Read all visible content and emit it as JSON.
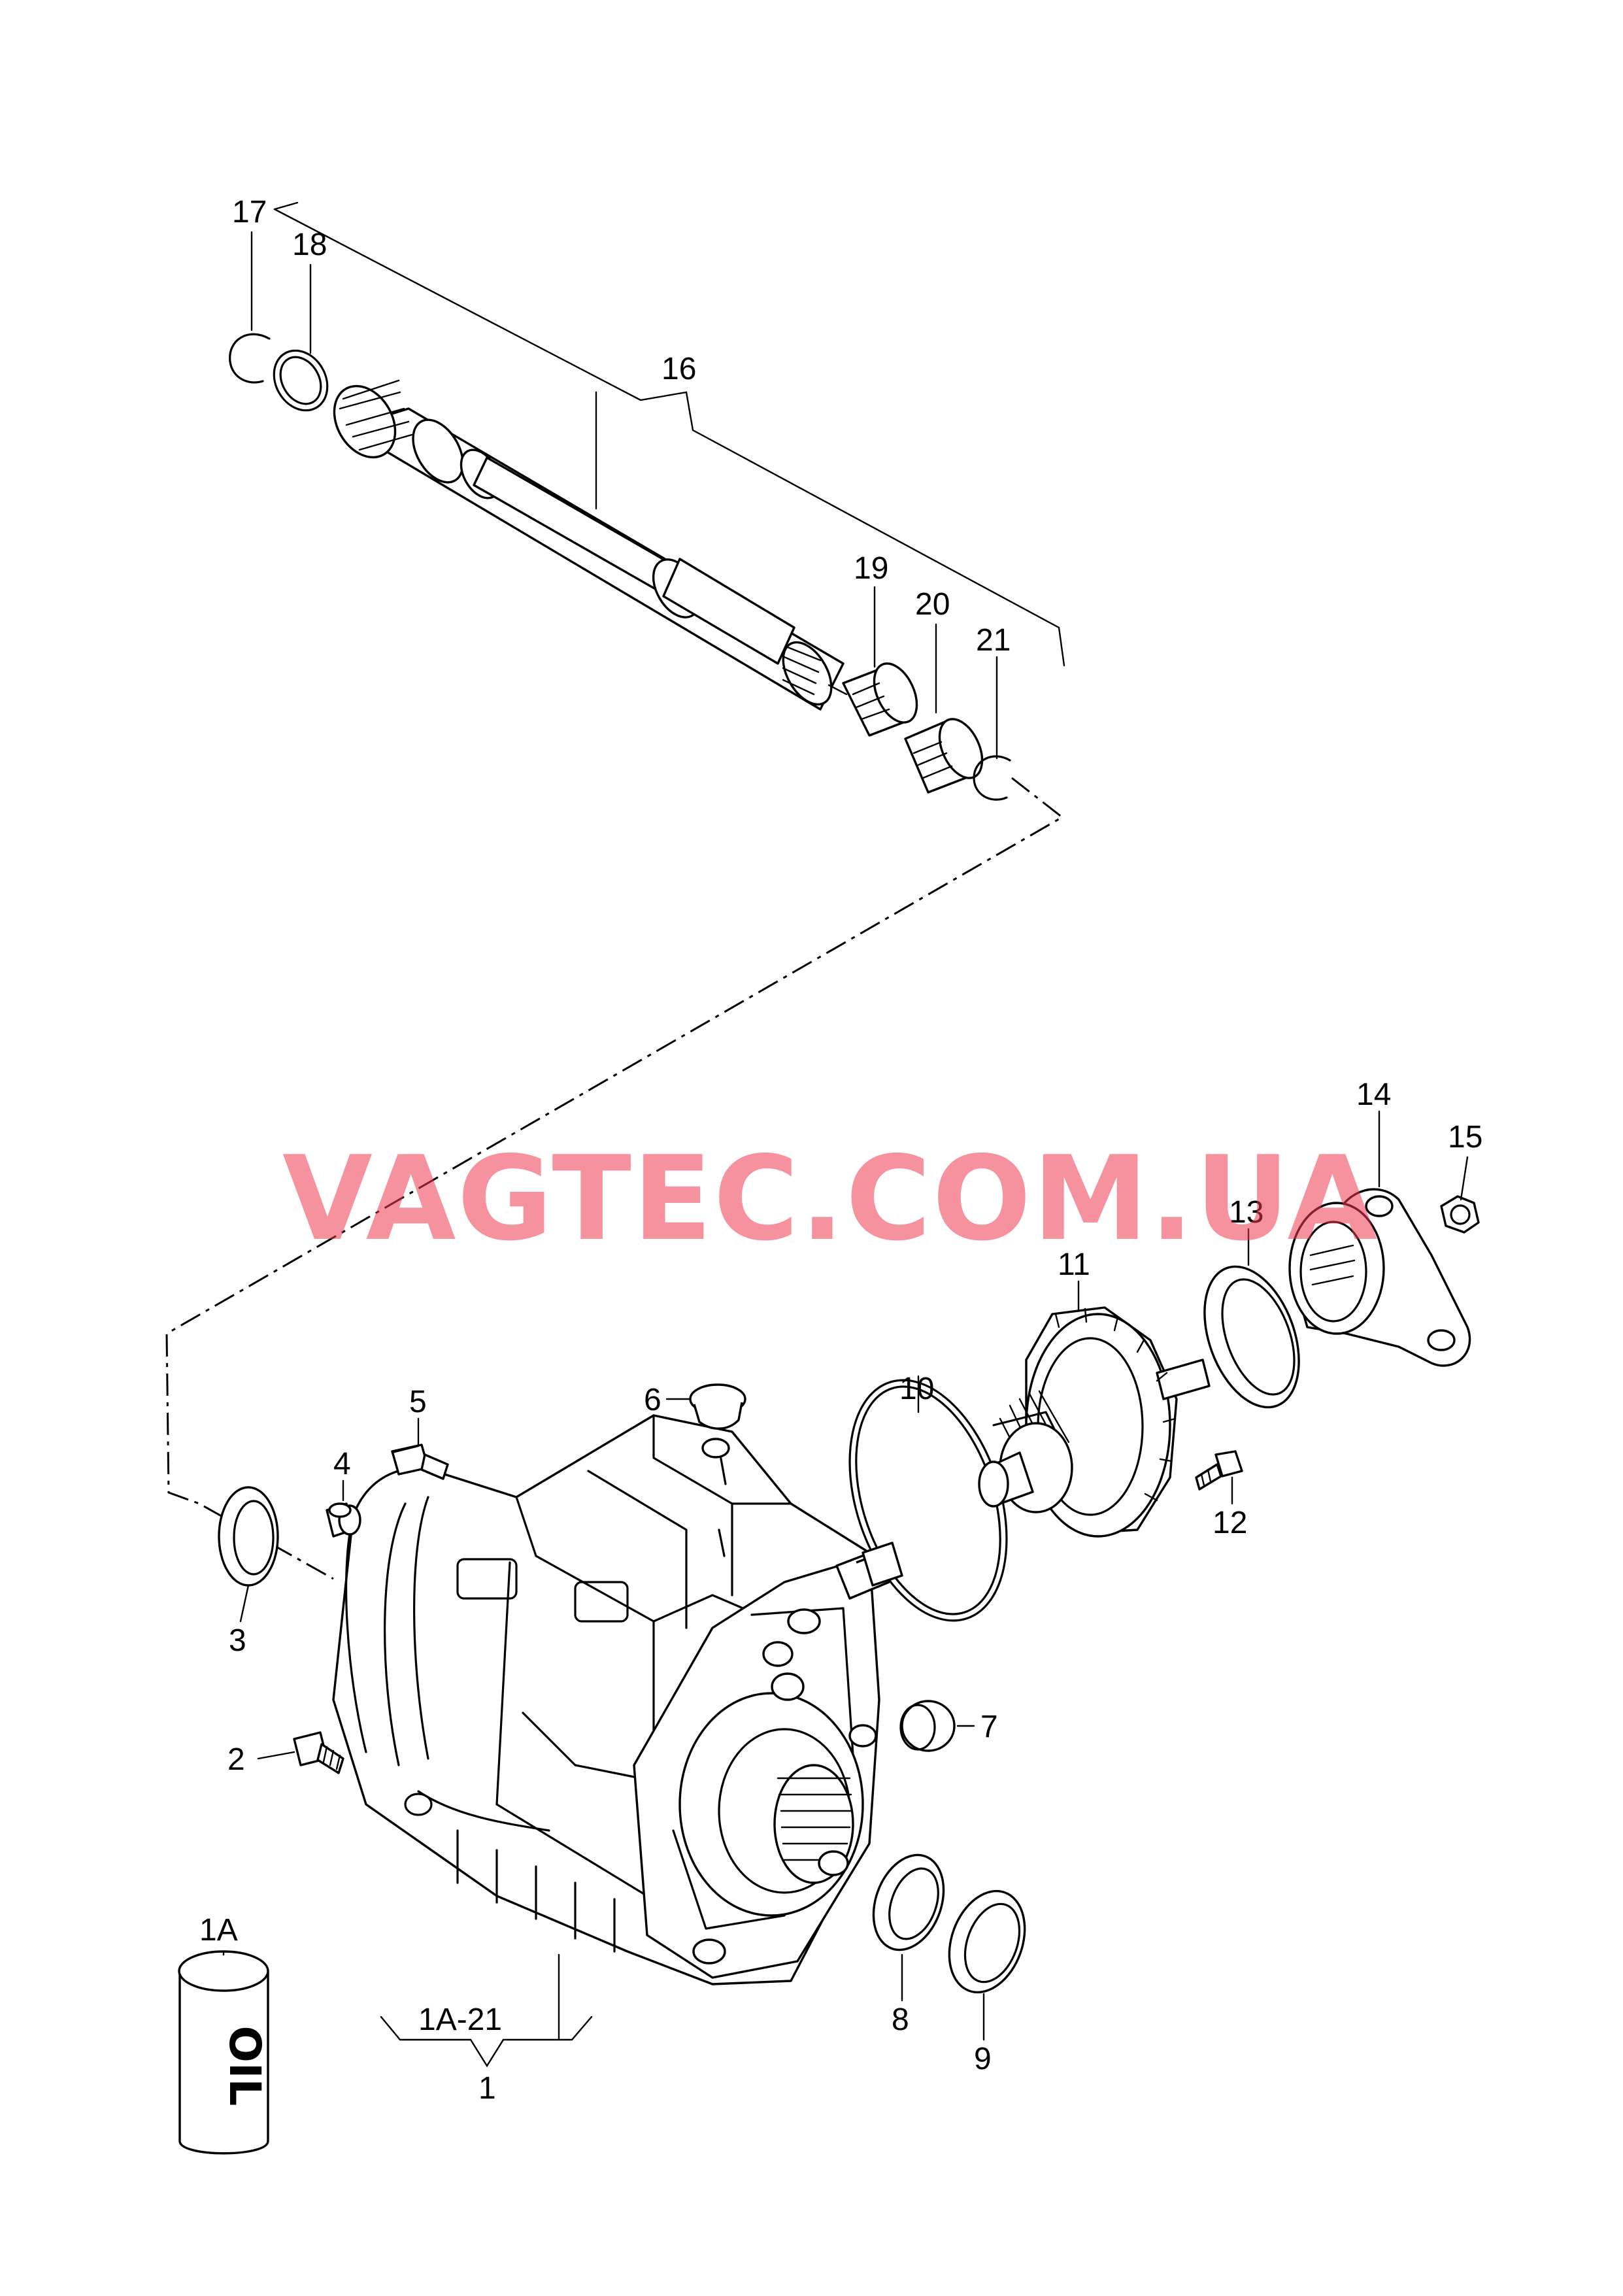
{
  "watermark": "VAGTEC.COM.UA",
  "can_text": "OIL",
  "labels": {
    "l1": "1",
    "l1a": "1A",
    "l1a21": "1A-21",
    "l2": "2",
    "l3": "3",
    "l4": "4",
    "l5": "5",
    "l6": "6",
    "l7": "7",
    "l8": "8",
    "l9": "9",
    "l10": "10",
    "l11": "11",
    "l12": "12",
    "l13": "13",
    "l14": "14",
    "l15": "15",
    "l16": "16",
    "l17": "17",
    "l18": "18",
    "l19": "19",
    "l20": "20",
    "l21": "21"
  }
}
